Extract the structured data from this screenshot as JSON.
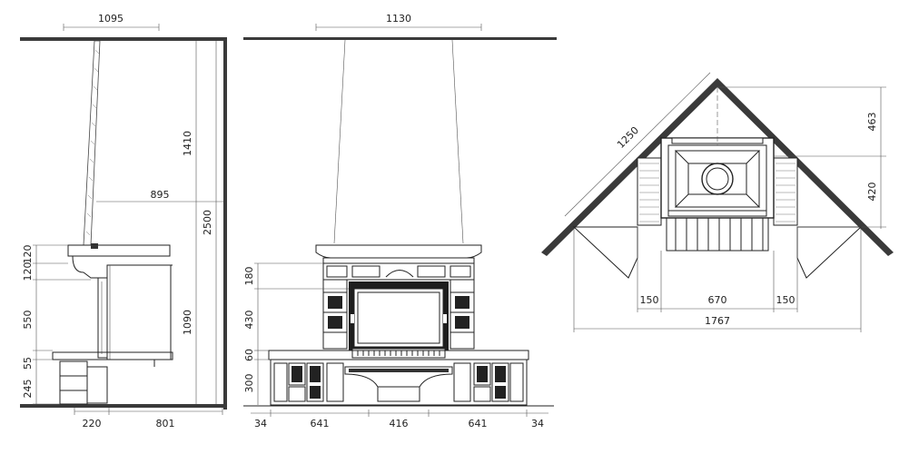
{
  "side_view": {
    "dim_top_width": "1095",
    "dim_chimney_height": "1410",
    "dim_depth": "895",
    "dim_total_height": "2500",
    "dim_body_height": "1090",
    "dim_left": [
      "120",
      "120",
      "550",
      "55",
      "245"
    ],
    "dim_bottom": [
      "220",
      "801"
    ]
  },
  "front_view": {
    "dim_top_width": "1130",
    "dim_left": [
      "180",
      "430",
      "60",
      "300"
    ],
    "dim_bottom": [
      "34",
      "641",
      "416",
      "641",
      "34"
    ]
  },
  "plan_view": {
    "dim_diagonal": "1250",
    "dim_right": [
      "463",
      "420"
    ],
    "dim_bottom_parts": [
      "150",
      "670",
      "150"
    ],
    "dim_bottom_total": "1767"
  }
}
